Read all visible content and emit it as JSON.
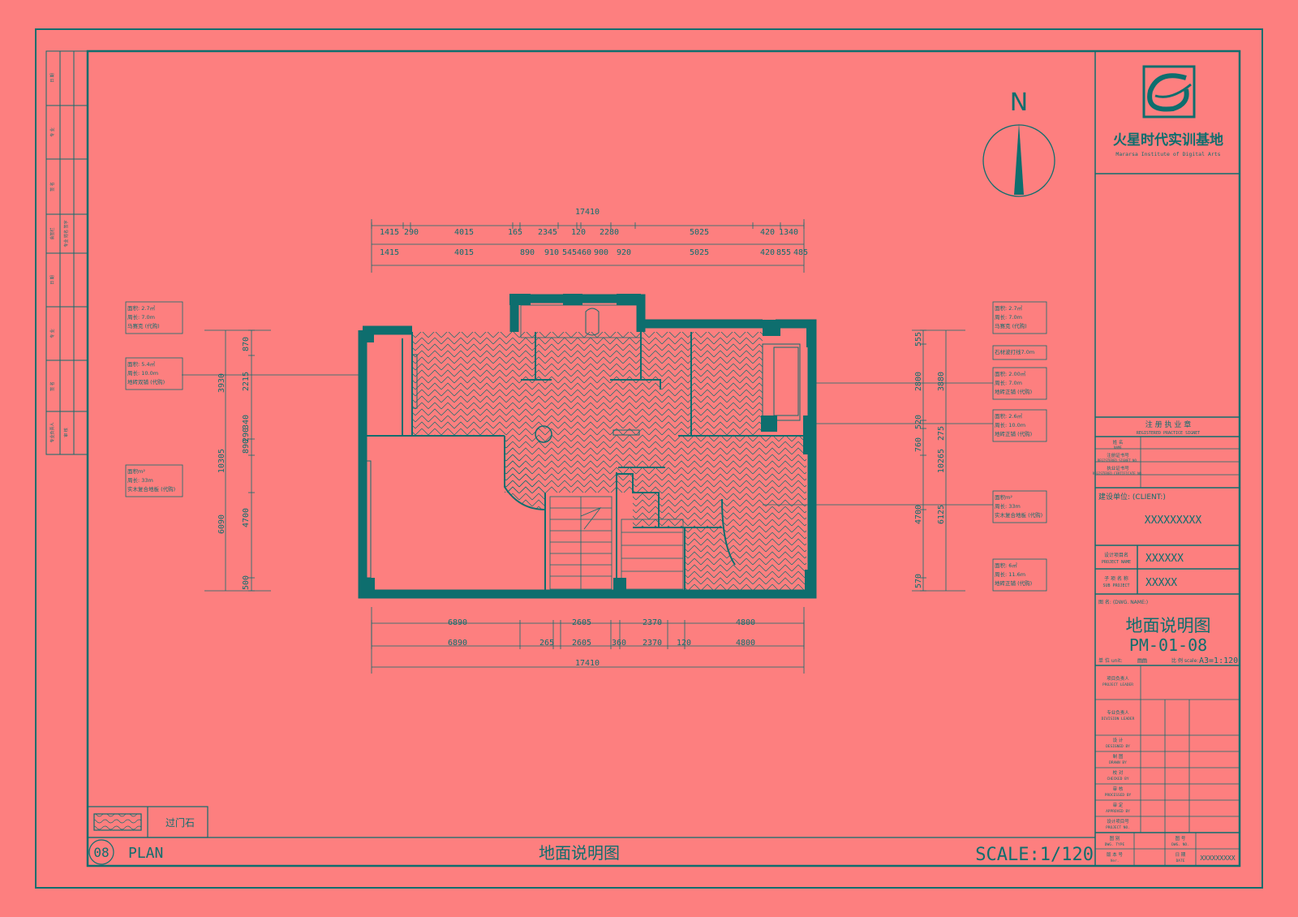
{
  "colors": {
    "background": "#fd7f7f",
    "ink": "#0e6e6e",
    "wall": "#0e6e6e"
  },
  "plan": {
    "dims_top_total": "17410",
    "dims_top_row1": [
      "1415",
      "290",
      "4015",
      "165",
      "2345",
      "120",
      "2280",
      "5025",
      "420",
      "1340"
    ],
    "dims_top_row2": [
      "1415",
      "4015",
      "890",
      "910",
      "545",
      "460",
      "900",
      "920",
      "5025",
      "420",
      "855",
      "485"
    ],
    "dims_bottom_row1": [
      "6890",
      "2605",
      "2370",
      "4800"
    ],
    "dims_bottom_row2": [
      "6890",
      "265",
      "2605",
      "360",
      "2370",
      "120",
      "4800"
    ],
    "dims_bottom_total": "17410",
    "dims_left_outer": [
      "3930",
      "10305",
      "6090"
    ],
    "dims_left_inner": [
      "870",
      "2215",
      "290",
      "340",
      "890",
      "4700",
      "500"
    ],
    "dims_right_inner": [
      "555",
      "2800",
      "520",
      "760",
      "4700",
      "570"
    ],
    "dims_right_outer": [
      "3880",
      "275",
      "10265",
      "6125"
    ],
    "left_notes": [
      [
        "面积: 2.7㎡",
        "周长: 7.0m",
        "马赛克 (代购)"
      ],
      [
        "面积: 5.4㎡",
        "周长: 10.0m",
        "地砖双铺 (代购)"
      ],
      [
        "面积m²",
        "周长: 33m",
        "实木复合地板 (代购)"
      ]
    ],
    "right_notes": [
      [
        "面积: 2.7㎡",
        "周长: 7.0m",
        "马赛克 (代购)"
      ],
      [
        "石材波打线7.0m"
      ],
      [
        "面积: 2.00㎡",
        "周长: 7.0m",
        "地砖正铺 (代购)"
      ],
      [
        "面积: 2.6㎡",
        "周长: 10.0m",
        "地砖正铺 (代购)"
      ],
      [
        "面积m²",
        "周长: 33m",
        "实木复合地板 (代购)"
      ],
      [
        "面积: 6㎡",
        "周长: 11.6m",
        "地砖正铺 (代购)"
      ]
    ],
    "north_label": "N",
    "legend_label": "过门石",
    "drawing_number": "08",
    "plan_label": "PLAN",
    "drawing_title": "地面说明图",
    "scale_label": "SCALE:1/120"
  },
  "title_block": {
    "logo_text": "火星时代实训基地",
    "logo_subtext": "Mararsa Institute of Digital Arts",
    "reg_seal_title": "注 册 执 业 章",
    "reg_seal_subtitle": "REGISTERED PRACTICE SIGNET",
    "reg_rows": [
      [
        "姓 名",
        "NAME"
      ],
      [
        "注册证书号",
        "REGISTERED SIGNET NO."
      ],
      [
        "执业证书号",
        "REGISTERED CERTIFICATE NO."
      ]
    ],
    "client_label": "建设单位: (CLIENT:)",
    "client_value": "XXXXXXXXX",
    "project_label": [
      "设计项目名",
      "PROJECT NAME"
    ],
    "project_value": "XXXXXX",
    "subproject_label": [
      "子 项 名 称",
      "SUB PROJECT"
    ],
    "subproject_value": "XXXXX",
    "drawing_label": "图 名: (DWG. NAME:)",
    "drawing_name": "地面说明图",
    "drawing_code": "PM-01-08",
    "unit_label": "单 位 unit:",
    "unit_value": "mm",
    "scale_label": "比 例 scale:",
    "scale_value": "A3=1:120",
    "staff_rows": [
      [
        "项目负责人",
        "PROJECT LEADER"
      ],
      [
        "专业负责人",
        "DIVISION LEADER"
      ],
      [
        "设 计",
        "DESIGNED BY"
      ],
      [
        "制 图",
        "DRAWN BY"
      ],
      [
        "校 对",
        "CHECKED BY"
      ],
      [
        "审 核",
        "PROCESSED BY"
      ],
      [
        "审 定",
        "APPROVED BY"
      ],
      [
        "设计项目号",
        "PROJECT NO."
      ]
    ],
    "bottom_rows": [
      [
        "图 别",
        "DWG. TYPE"
      ],
      [
        "版 本 号",
        "Ver."
      ]
    ],
    "bottom_right_rows": [
      [
        "图 号",
        "DWG. NO."
      ],
      [
        "日 期",
        "DATE"
      ]
    ],
    "date_value": "XXXXXXXXX"
  },
  "left_margin_labels": [
    "日 期",
    "专 业",
    "签 名",
    "会签栏",
    "专业 姓名 签字",
    "日 期",
    "专 业",
    "签 名",
    "专业负责人",
    "审 核"
  ]
}
